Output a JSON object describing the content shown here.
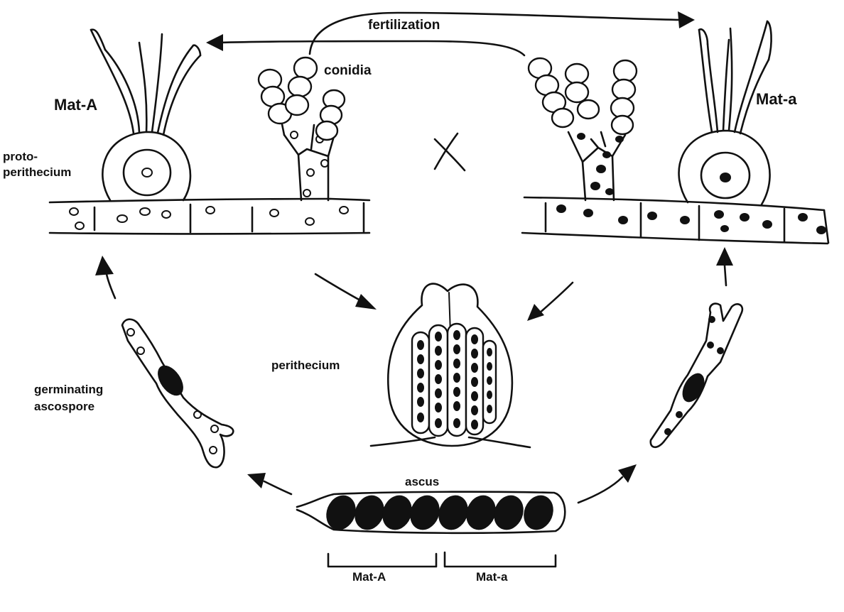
{
  "labels": {
    "fertilization": "fertilization",
    "conidia": "conidia",
    "mat_A_left": "Mat-A",
    "mat_a_right": "Mat-a",
    "protoperithecium_line1": "proto-",
    "protoperithecium_line2": "perithecium",
    "cross_symbol": "×",
    "perithecium": "perithecium",
    "germinating_line1": "germinating",
    "germinating_line2": "ascospore",
    "ascus": "ascus",
    "bracket_mat_A": "Mat-A",
    "bracket_mat_a": "Mat-a"
  }
}
